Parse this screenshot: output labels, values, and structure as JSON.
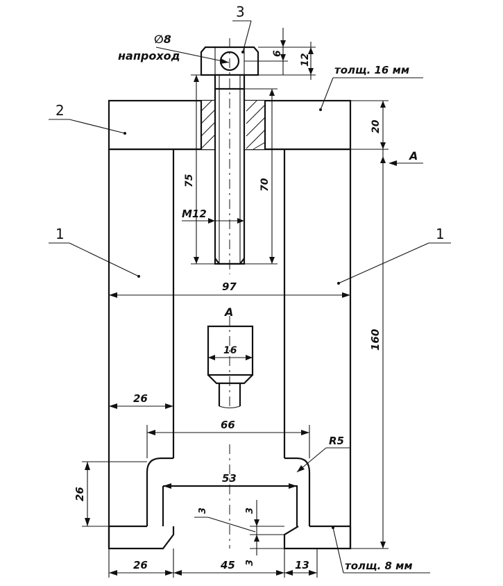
{
  "part_labels": {
    "part1_left": "1",
    "part1_right": "1",
    "part2": "2",
    "part3": "3"
  },
  "notes": {
    "hole_dia": "∅8",
    "hole_through": "напроход",
    "thickness_top": "толщ.  16 мм",
    "thickness_bottom": "толщ.  8 мм",
    "view_arrow": "A",
    "view_title": "A"
  },
  "dimensions": {
    "d6": "6",
    "d12": "12",
    "d20": "20",
    "d75": "75",
    "d70": "70",
    "thread": "M12",
    "d97": "97",
    "d160": "160",
    "d16": "16",
    "d26_mid": "26",
    "d66": "66",
    "r5": "R5",
    "d26_left": "26",
    "d53": "53",
    "d3_top": "3",
    "d3_mid": "3",
    "d3_bot": "3",
    "d26_bottom": "26",
    "d45": "45",
    "d13": "13"
  }
}
